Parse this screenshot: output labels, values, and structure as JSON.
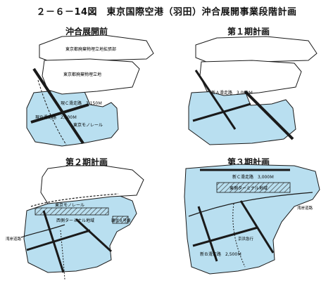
{
  "figure": {
    "title": "２－６－14図　東京国際空港（羽田）沖合展開事業段階計画"
  },
  "colors": {
    "sea": "#b9dff0",
    "land": "#ffffff",
    "line": "#1a1a1a",
    "hatch": "#444444"
  },
  "panels": [
    {
      "title": "沖合展開前",
      "labels": {
        "landfill_north": "東京都廃棄物埋立地拡張部",
        "landfill": "東京都廃棄物埋立地",
        "runway_c": "現Ｃ滑走路　3,150Ｍ",
        "runway_b": "現Ｂ滑走路　2,500Ｍ",
        "monorail": "東京モノレール"
      }
    },
    {
      "title": "第１期計画",
      "labels": {
        "runway_a_new": "新Ａ滑走路　3,000Ｍ"
      }
    },
    {
      "title": "第２期計画",
      "labels": {
        "monorail": "東京モノレール",
        "west_terminal": "西側ターミナル地域",
        "bay_route": "湾岸道路",
        "ring8": "環状８号線"
      }
    },
    {
      "title": "第３期計画",
      "labels": {
        "runway_c_new": "新Ｃ滑走路　3,000Ｍ",
        "east_terminal": "東側ターミナル地域",
        "bay_route": "湾岸道路",
        "keikyu": "京浜急行",
        "runway_b_new": "新Ｂ滑走路　2,500Ｍ"
      }
    }
  ]
}
